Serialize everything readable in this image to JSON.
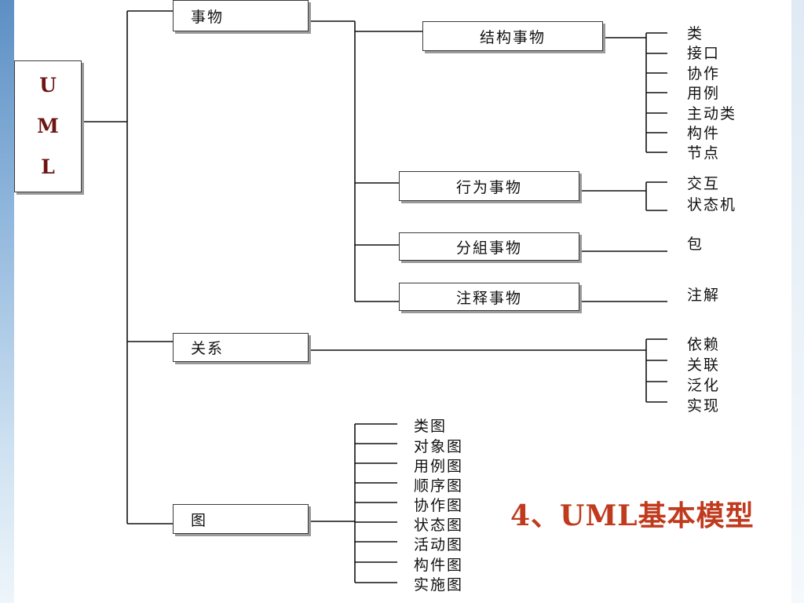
{
  "uml_letters": [
    "U",
    "M",
    "L"
  ],
  "things": {
    "label": "事物",
    "structural": {
      "label": "结构事物",
      "items": [
        "类",
        "接口",
        "协作",
        "用例",
        "主动类",
        "构件",
        "节点"
      ]
    },
    "behavioral": {
      "label": "行为事物",
      "items": [
        "交互",
        "状态机"
      ]
    },
    "grouping": {
      "label": "分組事物",
      "items": [
        "包"
      ]
    },
    "annotational": {
      "label": "注释事物",
      "items": [
        "注解"
      ]
    }
  },
  "relations": {
    "label": "关系",
    "items": [
      "依赖",
      "关联",
      "泛化",
      "实现"
    ]
  },
  "diagrams": {
    "label": "图",
    "items": [
      "类图",
      "对象图",
      "用例图",
      "顺序图",
      "协作图",
      "状态图",
      "活动图",
      "构件图",
      "实施图"
    ]
  },
  "slide_title": "4、UML基本模型"
}
